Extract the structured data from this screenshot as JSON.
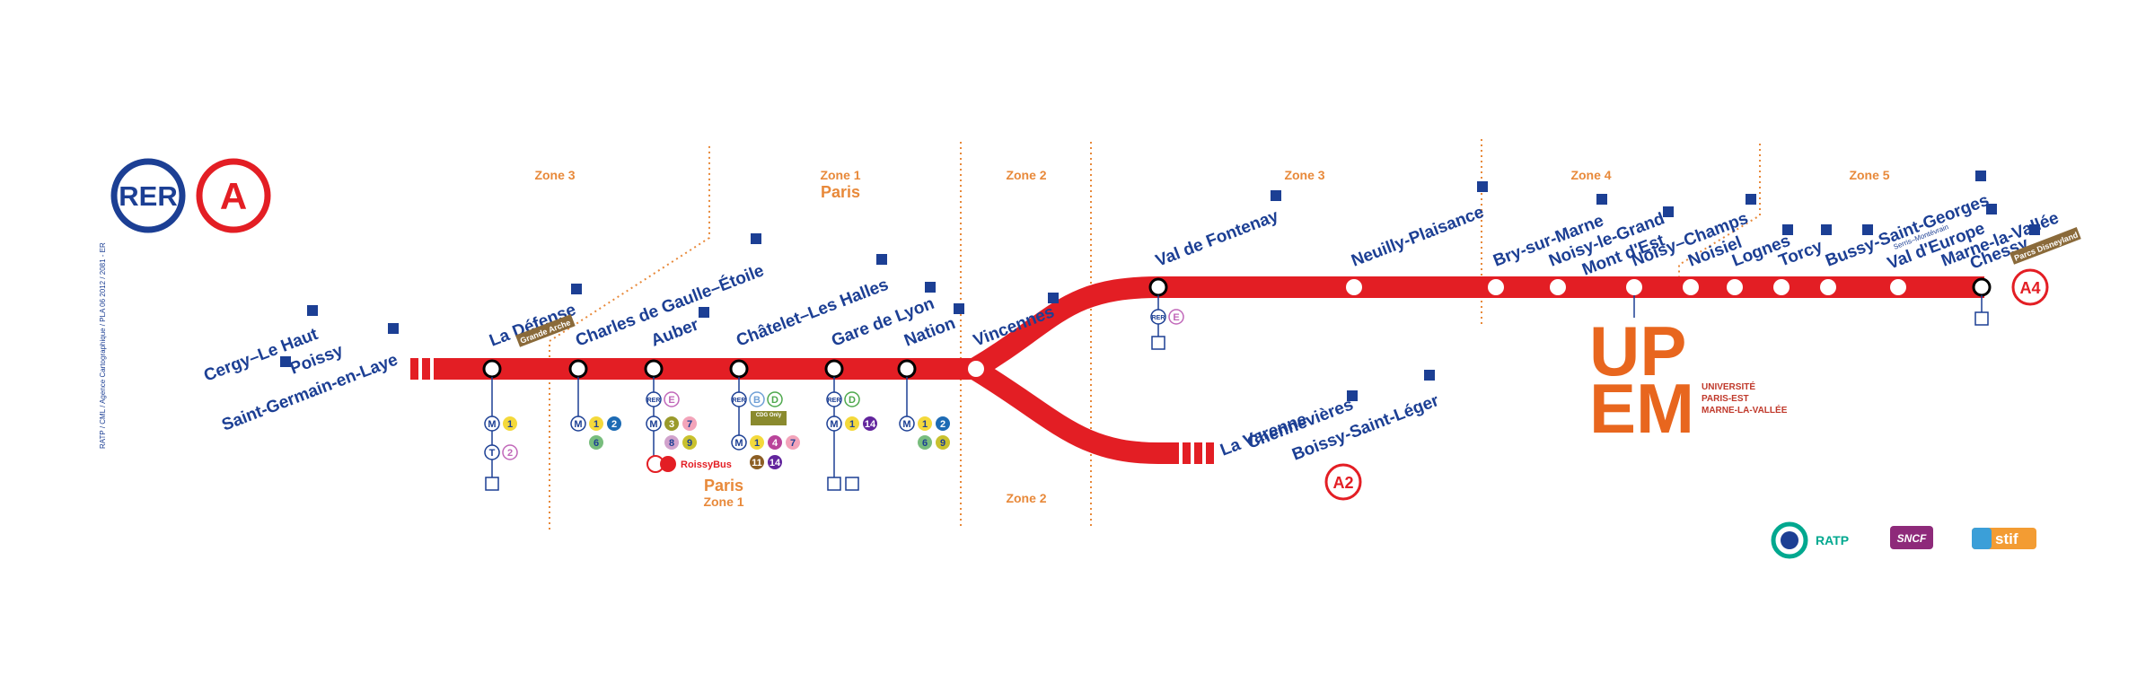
{
  "line": {
    "network": "RER",
    "line_letter": "A",
    "colors": {
      "line": "#e31e24",
      "rer_blue": "#1c3f94",
      "zone": "#e8893a",
      "text": "#1c3f94"
    }
  },
  "credit": "RATP / CML / Agence Cartographique / PLA 06 2012 / 2081 - ER",
  "zones": {
    "z3_left": "Zone 3",
    "z1_top": "Zone 1",
    "z1_top_paris": "Paris",
    "z2_top": "Zone 2",
    "z3_right": "Zone 3",
    "z4": "Zone 4",
    "z5": "Zone 5",
    "z1_bottom_paris": "Paris",
    "z1_bottom": "Zone 1",
    "z2_bottom": "Zone 2"
  },
  "west_branches": {
    "cergy": "Cergy–Le Haut",
    "poissy": "Poissy",
    "sgl": "Saint-Germain-en-Laye"
  },
  "stations": {
    "la_defense": "La Défense",
    "grande_arche": "Grande Arche",
    "cdg_etoile": "Charles de Gaulle–Étoile",
    "auber": "Auber",
    "chatelet": "Châtelet–Les Halles",
    "gare_de_lyon": "Gare de Lyon",
    "nation": "Nation",
    "vincennes": "Vincennes",
    "val_de_fontenay": "Val de Fontenay",
    "neuilly_plaisance": "Neuilly-Plaisance",
    "bry_sur_marne": "Bry-sur-Marne",
    "noisy_le_grand_1": "Noisy-le-Grand",
    "noisy_le_grand_2": "Mont d'Est",
    "noisy_champs": "Noisy–Champs",
    "noisiel": "Noisiel",
    "lognes": "Lognes",
    "torcy": "Torcy",
    "bussy": "Bussy-Saint-Georges",
    "serris_small": "Serris–Montévrain",
    "val_d_europe": "Val d'Europe",
    "chessy_1": "Marne-la-Vallée",
    "chessy_2": "Chessy",
    "parcs": "Parcs Disneyland",
    "la_varenne_1": "La Varenne",
    "la_varenne_2": "Chennevières",
    "boissy": "Boissy-Saint-Léger"
  },
  "branch_labels": {
    "a4": "A4",
    "a2": "A2"
  },
  "connections": {
    "metro_letter": "M",
    "tram_letter": "T",
    "rer_letter": "RER",
    "cdg_only": "CDG Only",
    "roissybus": "RoissyBus",
    "defense_metro": [
      "1"
    ],
    "defense_tram": [
      "2"
    ],
    "cdg_metro_row1": [
      "1",
      "2"
    ],
    "cdg_metro_row2": [
      "6"
    ],
    "auber_rer": [
      "E"
    ],
    "auber_metro_row1": [
      "3",
      "7"
    ],
    "auber_metro_row2": [
      "8",
      "9"
    ],
    "chatelet_rer": [
      "B",
      "D"
    ],
    "chatelet_metro_row1": [
      "1",
      "4",
      "7"
    ],
    "chatelet_metro_row2": [
      "11",
      "14"
    ],
    "gdl_rer": [
      "D"
    ],
    "gdl_metro": [
      "1",
      "14"
    ],
    "nation_metro_row1": [
      "1",
      "2"
    ],
    "nation_metro_row2": [
      "6",
      "9"
    ],
    "vdf_rer": [
      "E"
    ]
  },
  "upem": {
    "top": "UP",
    "bottom": "EM",
    "line1": "UNIVERSITÉ",
    "line2": "PARIS-EST",
    "line3": "MARNE-LA-VALLÉE"
  },
  "logos": {
    "ratp": "RATP",
    "sncf": "SNCF",
    "stif": "stif"
  }
}
